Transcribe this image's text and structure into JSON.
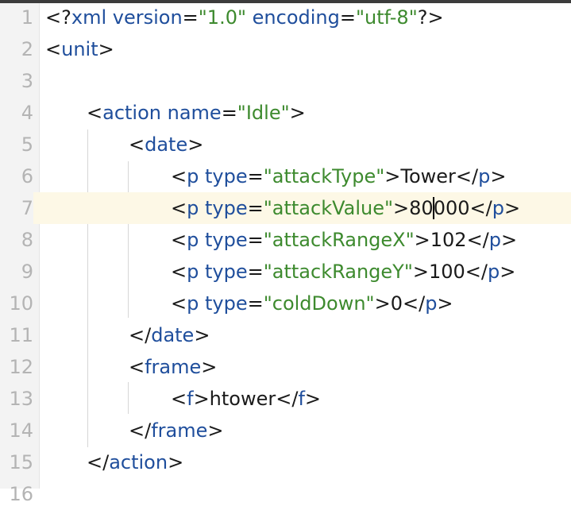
{
  "line_numbers": [
    "1",
    "2",
    "3",
    "4",
    "5",
    "6",
    "7",
    "8",
    "9",
    "10",
    "11",
    "12",
    "13",
    "14",
    "15",
    "16"
  ],
  "current_line": "7",
  "lines": {
    "l1": {
      "lt": "<?",
      "xml": "xml",
      "version_attr": "version",
      "eq1": "=",
      "version_val": "\"1.0\"",
      "encoding_attr": "encoding",
      "eq2": "=",
      "encoding_val": "\"utf-8\"",
      "end": "?>"
    },
    "l2": {
      "lt": "<",
      "tag": "unit",
      "gt": ">"
    },
    "l4": {
      "lt": "<",
      "tag": "action",
      "attr": "name",
      "eq": "=",
      "val": "\"Idle\"",
      "gt": ">"
    },
    "l5": {
      "lt": "<",
      "tag": "date",
      "gt": ">"
    },
    "l6": {
      "lt": "<",
      "tag": "p",
      "attr": "type",
      "eq": "=",
      "val": "\"attackType\"",
      "gt": ">",
      "text": "Tower",
      "close_lt": "</",
      "close_tag": "p",
      "close_gt": ">"
    },
    "l7": {
      "lt": "<",
      "tag": "p",
      "attr": "type",
      "eq": "=",
      "val": "\"attackValue\"",
      "gt": ">",
      "text_before_caret": "80",
      "text_after_caret": "000",
      "close_lt": "</",
      "close_tag": "p",
      "close_gt": ">"
    },
    "l8": {
      "lt": "<",
      "tag": "p",
      "attr": "type",
      "eq": "=",
      "val": "\"attackRangeX\"",
      "gt": ">",
      "text": "102",
      "close_lt": "</",
      "close_tag": "p",
      "close_gt": ">"
    },
    "l9": {
      "lt": "<",
      "tag": "p",
      "attr": "type",
      "eq": "=",
      "val": "\"attackRangeY\"",
      "gt": ">",
      "text": "100",
      "close_lt": "</",
      "close_tag": "p",
      "close_gt": ">"
    },
    "l10": {
      "lt": "<",
      "tag": "p",
      "attr": "type",
      "eq": "=",
      "val": "\"coldDown\"",
      "gt": ">",
      "text": "0",
      "close_lt": "</",
      "close_tag": "p",
      "close_gt": ">"
    },
    "l11": {
      "lt": "</",
      "tag": "date",
      "gt": ">"
    },
    "l12": {
      "lt": "<",
      "tag": "frame",
      "gt": ">"
    },
    "l13": {
      "lt": "<",
      "tag": "f",
      "gt": ">",
      "text": "htower",
      "close_lt": "</",
      "close_tag": "f",
      "close_gt": ">"
    },
    "l14": {
      "lt": "</",
      "tag": "frame",
      "gt": ">"
    },
    "l15": {
      "lt": "</",
      "tag": "action",
      "gt": ">"
    }
  },
  "colors": {
    "tag": "#1f4e9c",
    "attribute_value": "#3d8a2e",
    "text": "#1a1a1a",
    "line_number": "#b4b4b4",
    "current_line_highlight": "#fdf8e6"
  }
}
